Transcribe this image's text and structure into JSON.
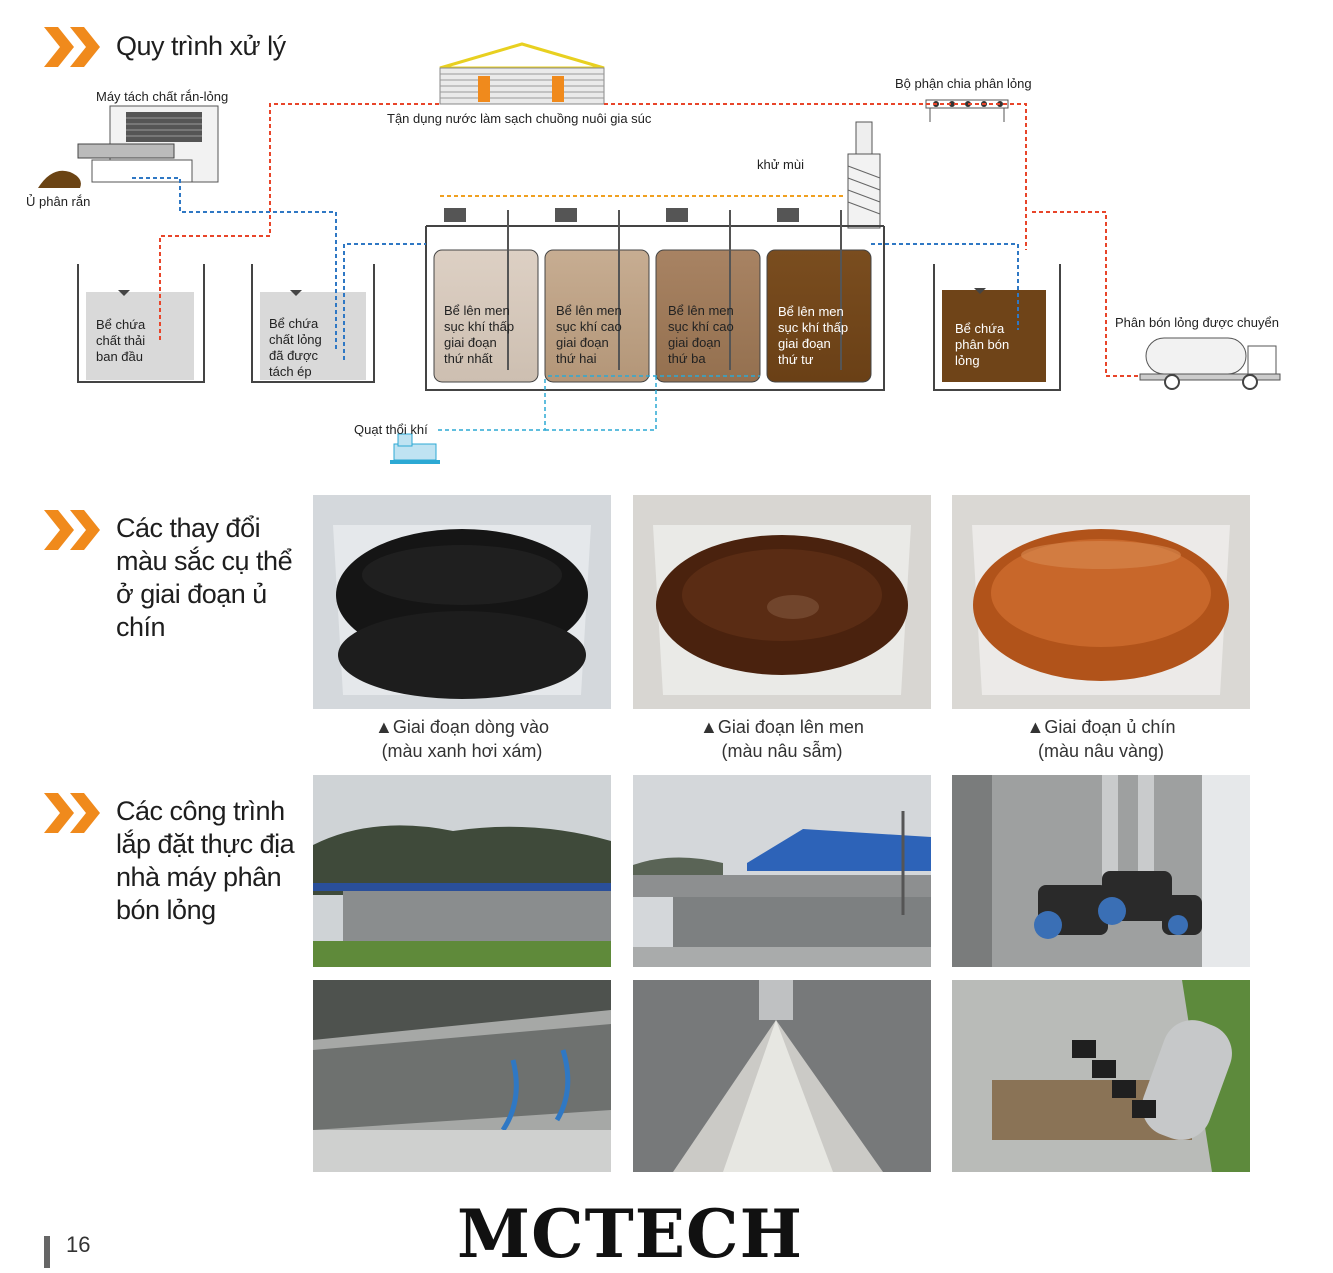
{
  "sections": {
    "process_title": "Quy trình xử lý",
    "color_change_title": [
      "Các thay đổi",
      "màu sắc cụ thể",
      "ở giai đoạn ủ",
      "chín"
    ],
    "installations_title": [
      "Các công trình",
      "lắp đặt thực địa",
      "nhà máy phân",
      "bón lỏng"
    ]
  },
  "diagram": {
    "separator": "Máy tách chất rắn-lỏng",
    "solid_compost": "Ủ phân rắn",
    "barn_reuse": "Tận dụng nước làm sạch chuồng nuôi gia súc",
    "distributor": "Bộ phận chia phân lỏng",
    "deodorizer": "khử mùi",
    "blower": "Quạt thổi khí",
    "transport": "Phân bón lỏng được chuyển",
    "tanks": [
      {
        "lines": [
          "Bể chứa",
          "chất thải",
          "ban đầu"
        ]
      },
      {
        "lines": [
          "Bể chứa",
          "chất lỏng",
          "đã được",
          "tách ép"
        ]
      },
      {
        "lines": [
          "Bể lên men",
          "sục khí thấp",
          "giai đoạn",
          "thứ nhất"
        ]
      },
      {
        "lines": [
          "Bể lên men",
          "sục khí cao",
          "giai đoạn",
          "thứ hai"
        ]
      },
      {
        "lines": [
          "Bể lên men",
          "sục khí cao",
          "giai đoạn",
          "thứ ba"
        ]
      },
      {
        "lines": [
          "Bể lên men",
          "sục khí thấp",
          "giai đoạn",
          "thứ tư"
        ]
      },
      {
        "lines": [
          "Bể chứa",
          "phân bón",
          "lỏng"
        ]
      }
    ],
    "colors": {
      "waste_flow": "#e8452a",
      "liquid_flow": "#2f78c4",
      "air_flow": "#2ca9d4",
      "gas_flow": "#f0a020"
    }
  },
  "captions": [
    {
      "line1": "▲Giai đoạn dòng vào",
      "line2": "(màu xanh hơi xám)"
    },
    {
      "line1": "▲Giai đoạn lên men",
      "line2": "(màu nâu sẫm)"
    },
    {
      "line1": "▲Giai đoạn ủ chín",
      "line2": "(màu nâu vàng)"
    }
  ],
  "page_number": "16",
  "brand": "MCTECH",
  "accent_color": "#f08a1c"
}
